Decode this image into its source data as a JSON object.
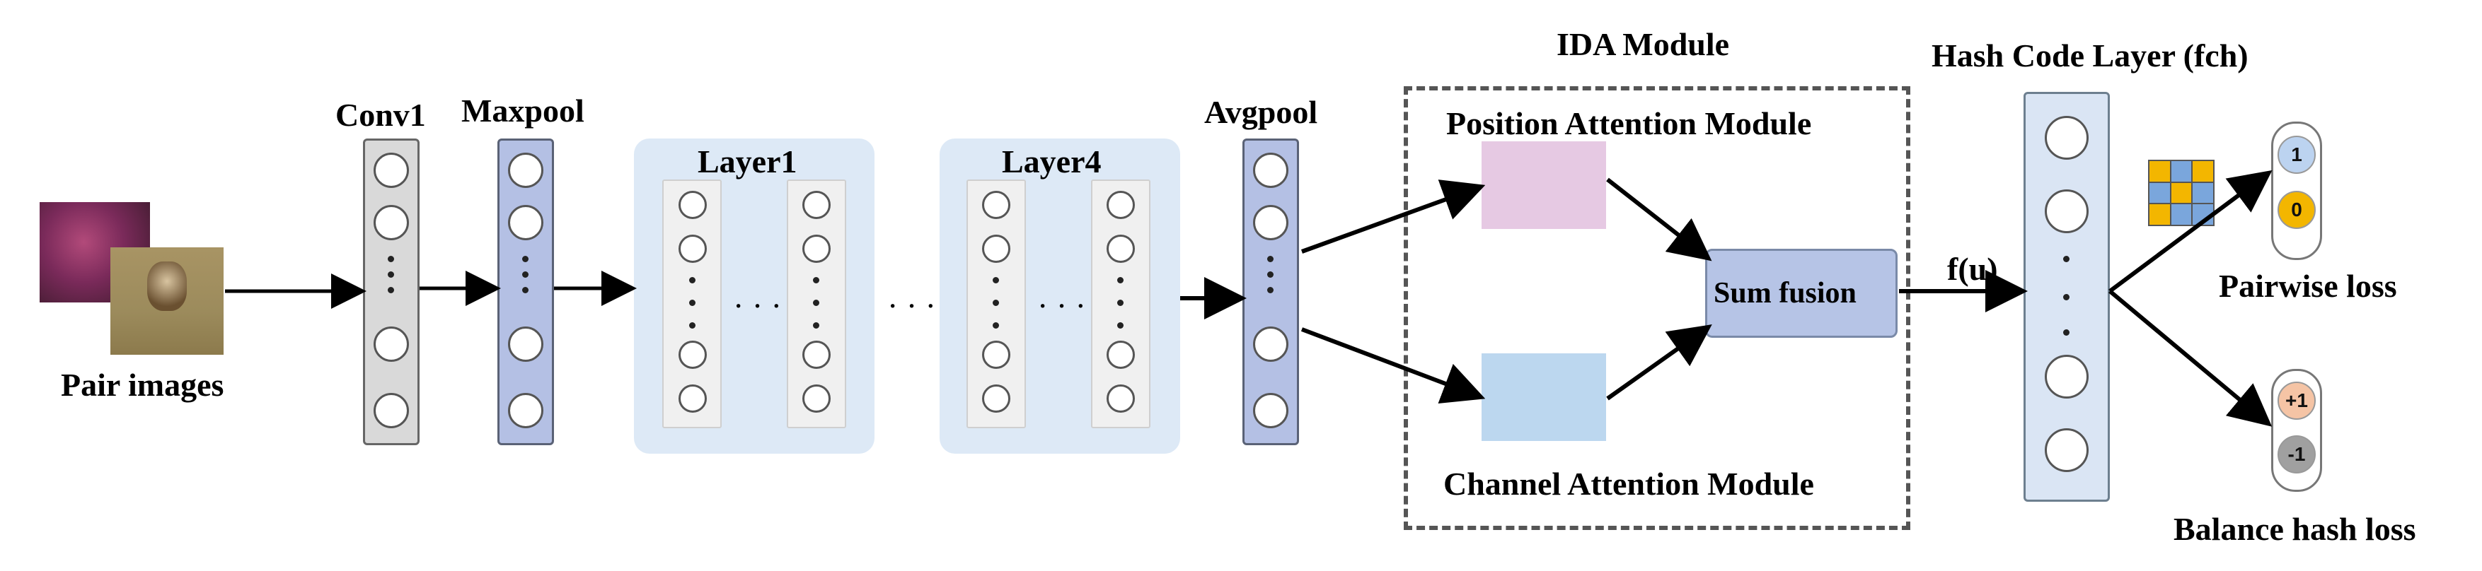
{
  "input": {
    "label": "Pair images"
  },
  "layers": {
    "conv1": "Conv1",
    "maxpool": "Maxpool",
    "layer1": "Layer1",
    "layer4": "Layer4",
    "avgpool": "Avgpool",
    "ellipsis_h": "· · ·",
    "ellipsis_between": "· · ·"
  },
  "ida": {
    "title": "IDA Module",
    "position_attention": "Position Attention Module",
    "channel_attention": "Channel Attention Module",
    "sum_fusion": "Sum fusion"
  },
  "hash": {
    "title": "Hash Code Layer (fch)",
    "fu_label": "f(u)"
  },
  "losses": {
    "pairwise": {
      "label": "Pairwise loss",
      "bits": [
        "1",
        "0"
      ]
    },
    "balance": {
      "label": "Balance hash loss",
      "bits": [
        "+1",
        "-1"
      ]
    }
  },
  "colors": {
    "position_attention": "#e6c9e3",
    "channel_attention": "#bcd7ef",
    "bit_1": "#bcd3f0",
    "bit_0": "#f3b600",
    "bit_plus": "#f5c4a5",
    "bit_minus": "#a0a0a0",
    "grid_blue": "#7aa6dc",
    "grid_orange": "#f3b600"
  }
}
